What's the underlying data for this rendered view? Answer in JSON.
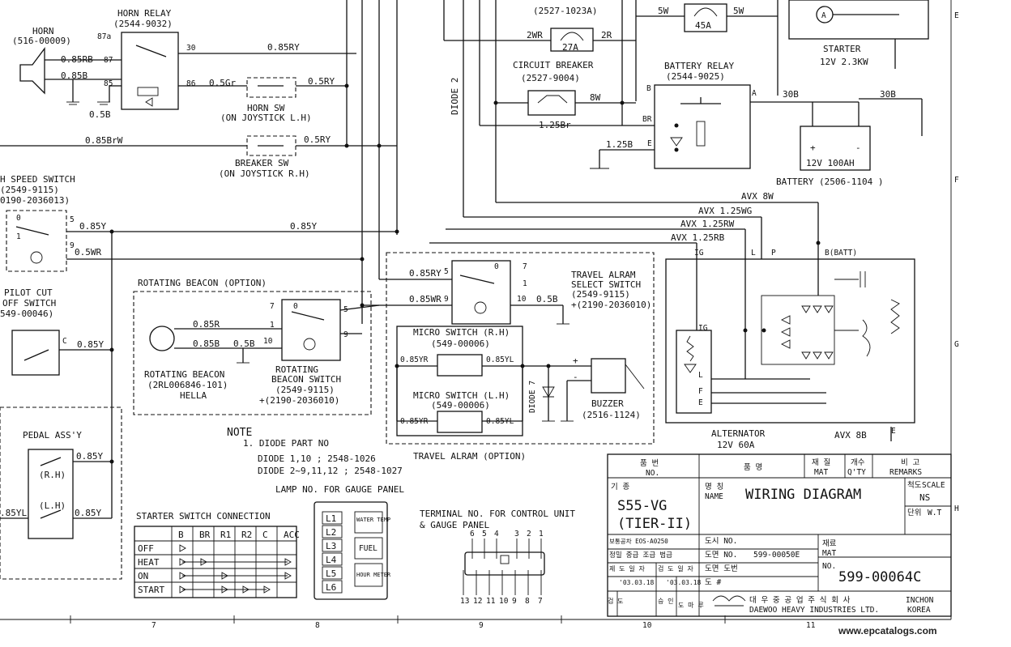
{
  "components": {
    "horn": {
      "name": "HORN",
      "part": "(516-00009)",
      "w1": "0.85RB",
      "w2": "0.85B"
    },
    "horn_relay": {
      "name": "HORN RELAY",
      "part": "(2544-9032)",
      "p87a": "87a",
      "p87": "87",
      "p85": "85",
      "p86": "86",
      "p30": "30",
      "gnd": "0.5B",
      "out": "0.85RY",
      "coil": "0.5Gr"
    },
    "horn_sw": {
      "name": "HORN SW",
      "note": "(ON JOYSTICK L.H)",
      "wire": "0.5RY"
    },
    "breaker_sw": {
      "name": "BREAKER SW",
      "note": "(ON JOYSTICK R.H)",
      "wire": "0.5RY",
      "feed": "0.85BrW"
    },
    "speed_sw": {
      "name": "H SPEED SWITCH",
      "part1": "(2549-9115)",
      "part2": "0190-2036013)",
      "t0": "0",
      "t1": "1",
      "t5": "5",
      "t9": "9",
      "w1": "0.85Y",
      "w2": "0.5WR",
      "main": "0.85Y"
    },
    "pilot_cut": {
      "name1": "PILOT CUT",
      "name2": "OFF SWITCH",
      "part": "549-00046)",
      "term": "C",
      "wire": "0.85Y"
    },
    "pedal": {
      "name": "PEDAL ASS'Y",
      "rh": "(R.H)",
      "lh": "(L.H)",
      "w1": "0.85Y",
      "w2": "0.85Y",
      "w3": ".85YL",
      "side": "(L.H)"
    },
    "beacon_box": {
      "title": "ROTATING BEACON (OPTION)",
      "lamp": "ROTATING BEACON",
      "lamp_part": "(2RL006846-101)",
      "maker": "HELLA",
      "w1": "0.85R",
      "w2": "0.85B",
      "w3": "0.5B",
      "sw1": "ROTATING",
      "sw2": "BEACON SWITCH",
      "sw_part1": "(2549-9115)",
      "sw_part2": "+(2190-2036010)",
      "t7": "7",
      "t0": "0",
      "t1": "1",
      "t10": "10",
      "t5": "5",
      "t9": "9"
    },
    "travel_box": {
      "title": "TRAVEL ALRAM (OPTION)",
      "sel1": "TRAVEL ALRAM",
      "sel2": "SELECT SWITCH",
      "sel3": "(2549-9115)",
      "sel4": "+(2190-2036010)",
      "w1": "0.85RY",
      "w2": "0.85WR",
      "w3": "0.5B",
      "t5": "5",
      "t0": "0",
      "t7": "7",
      "t1": "1",
      "t9": "9",
      "t10": "10",
      "ms_rh": "MICRO SWITCH (R.H)",
      "ms_rh_part": "(549-00006)",
      "ms_lh": "MICRO SWITCH (L.H)",
      "ms_lh_part": "(549-00006)",
      "mw1": "0.85YR",
      "mw2": "0.85YL",
      "mw3": "0.85YR",
      "mw4": "0.85YL",
      "diode": "DIODE 7",
      "buzzer": "BUZZER",
      "buzzer_part": "(2516-1124)",
      "plus": "+",
      "minus": "-"
    },
    "fusible": {
      "part": "(2527-1023A)",
      "r1": "2WR",
      "r2": "2R",
      "amp": "27A"
    },
    "fuse45": {
      "l": "5W",
      "r": "5W",
      "amp": "45A"
    },
    "circuit_breaker": {
      "name": "CIRCUIT BREAKER",
      "part": "(2527-9004)",
      "w1": "8W",
      "w2": "1.25Br"
    },
    "battery_relay": {
      "name": "BATTERY RELAY",
      "part": "(2544-9025)",
      "b": "B",
      "br": "BR",
      "e": "E",
      "a": "A",
      "gnd": "1.25B"
    },
    "starter": {
      "name": "STARTER",
      "rating": "12V 2.3KW"
    },
    "battery": {
      "name": "BATTERY (2506-1104 )",
      "rating": "12V 100AH",
      "plus": "+",
      "minus": "-",
      "w1": "30B",
      "w2": "30B"
    },
    "diode2": "DIODE 2",
    "avx": {
      "a1": "AVX 8W",
      "a2": "AVX 1.25WG",
      "a3": "AVX 1.25RW",
      "a4": "AVX 1.25RB",
      "ground": "AVX 8B"
    },
    "alternator": {
      "name": "ALTERNATOR",
      "rating": "12V 60A",
      "ig": "IG",
      "l": "L",
      "p": "P",
      "b": "B(BATT)",
      "ig2": "IG",
      "l2": "L",
      "f": "F",
      "e": "E",
      "e2": "E"
    }
  },
  "note": {
    "title": "NOTE",
    "l1": "1. DIODE PART NO",
    "l2": "DIODE 1,10 ; 2548-1026",
    "l3": "DIODE 2~9,11,12 ; 2548-1027"
  },
  "gauge_panel": {
    "title": "LAMP NO. FOR GAUGE PANEL",
    "lamps": [
      "L1",
      "L2",
      "L3",
      "L4",
      "L5",
      "L6"
    ],
    "labels": [
      "WATER TEMP",
      "FUEL",
      "HOUR METER"
    ]
  },
  "terminal": {
    "title1": "TERMINAL NO. FOR CONTROL UNIT",
    "title2": "& GAUGE PANEL",
    "top": [
      "6",
      "5",
      "4",
      "3",
      "2",
      "1"
    ],
    "bottom": [
      "13",
      "12",
      "11",
      "10",
      "9",
      "8",
      "7"
    ]
  },
  "starter_table": {
    "title": "STARTER SWITCH CONNECTION",
    "cols": [
      "B",
      "BR",
      "R1",
      "R2",
      "C",
      "ACC"
    ],
    "rows": [
      "OFF",
      "HEAT",
      "ON",
      "START"
    ]
  },
  "title_block": {
    "h_no_k": "품 번",
    "h_no": "NO.",
    "h_name_k": "품 명",
    "h_mat_k": "재 질",
    "h_mat": "MAT",
    "h_qty_k": "개수",
    "h_qty": "Q'TY",
    "h_rem_k": "비 고",
    "h_rem": "REMARKS",
    "model_k": "기 종",
    "model": "S55-VG",
    "model2": "(TIER-II)",
    "name_k": "명 칭",
    "name_en": "NAME",
    "title": "WIRING DIAGRAM",
    "scale_k": "척도",
    "scale": "SCALE",
    "scale_v": "NS",
    "unit_k": "단위",
    "unit_v": "W.T",
    "ref": "보통공차 EOS-A0250",
    "grade": "정밀 중급 조급 범급",
    "draw_no_k": "도시 NO.",
    "draw_no_k2": "도면 NO.",
    "draw_no": "599-00050E",
    "mat_k": "재료",
    "mat": "MAT",
    "date_k1": "제 도 일 자",
    "date_k2": "검 도 일 자",
    "d1": "'03.03.18",
    "d2": "'03.03.18",
    "sheet_k": "도면 도번",
    "sheet_no_k": "NO.",
    "number": "599-00064C",
    "rev_k": "도 #",
    "chk_k": "검 도",
    "app_k": "승 인",
    "sign_k": "도 마 루",
    "company_k": "대 우 중 공 업 주 식 회 사",
    "company": "DAEWOO HEAVY INDUSTRIES LTD.",
    "city_k": "INCHON",
    "city": "KOREA"
  },
  "grid_bottom": [
    "7",
    "8",
    "9",
    "10",
    "11"
  ],
  "grid_right": [
    "E",
    "F",
    "G",
    "H"
  ],
  "website": "www.epcatalogs.com"
}
